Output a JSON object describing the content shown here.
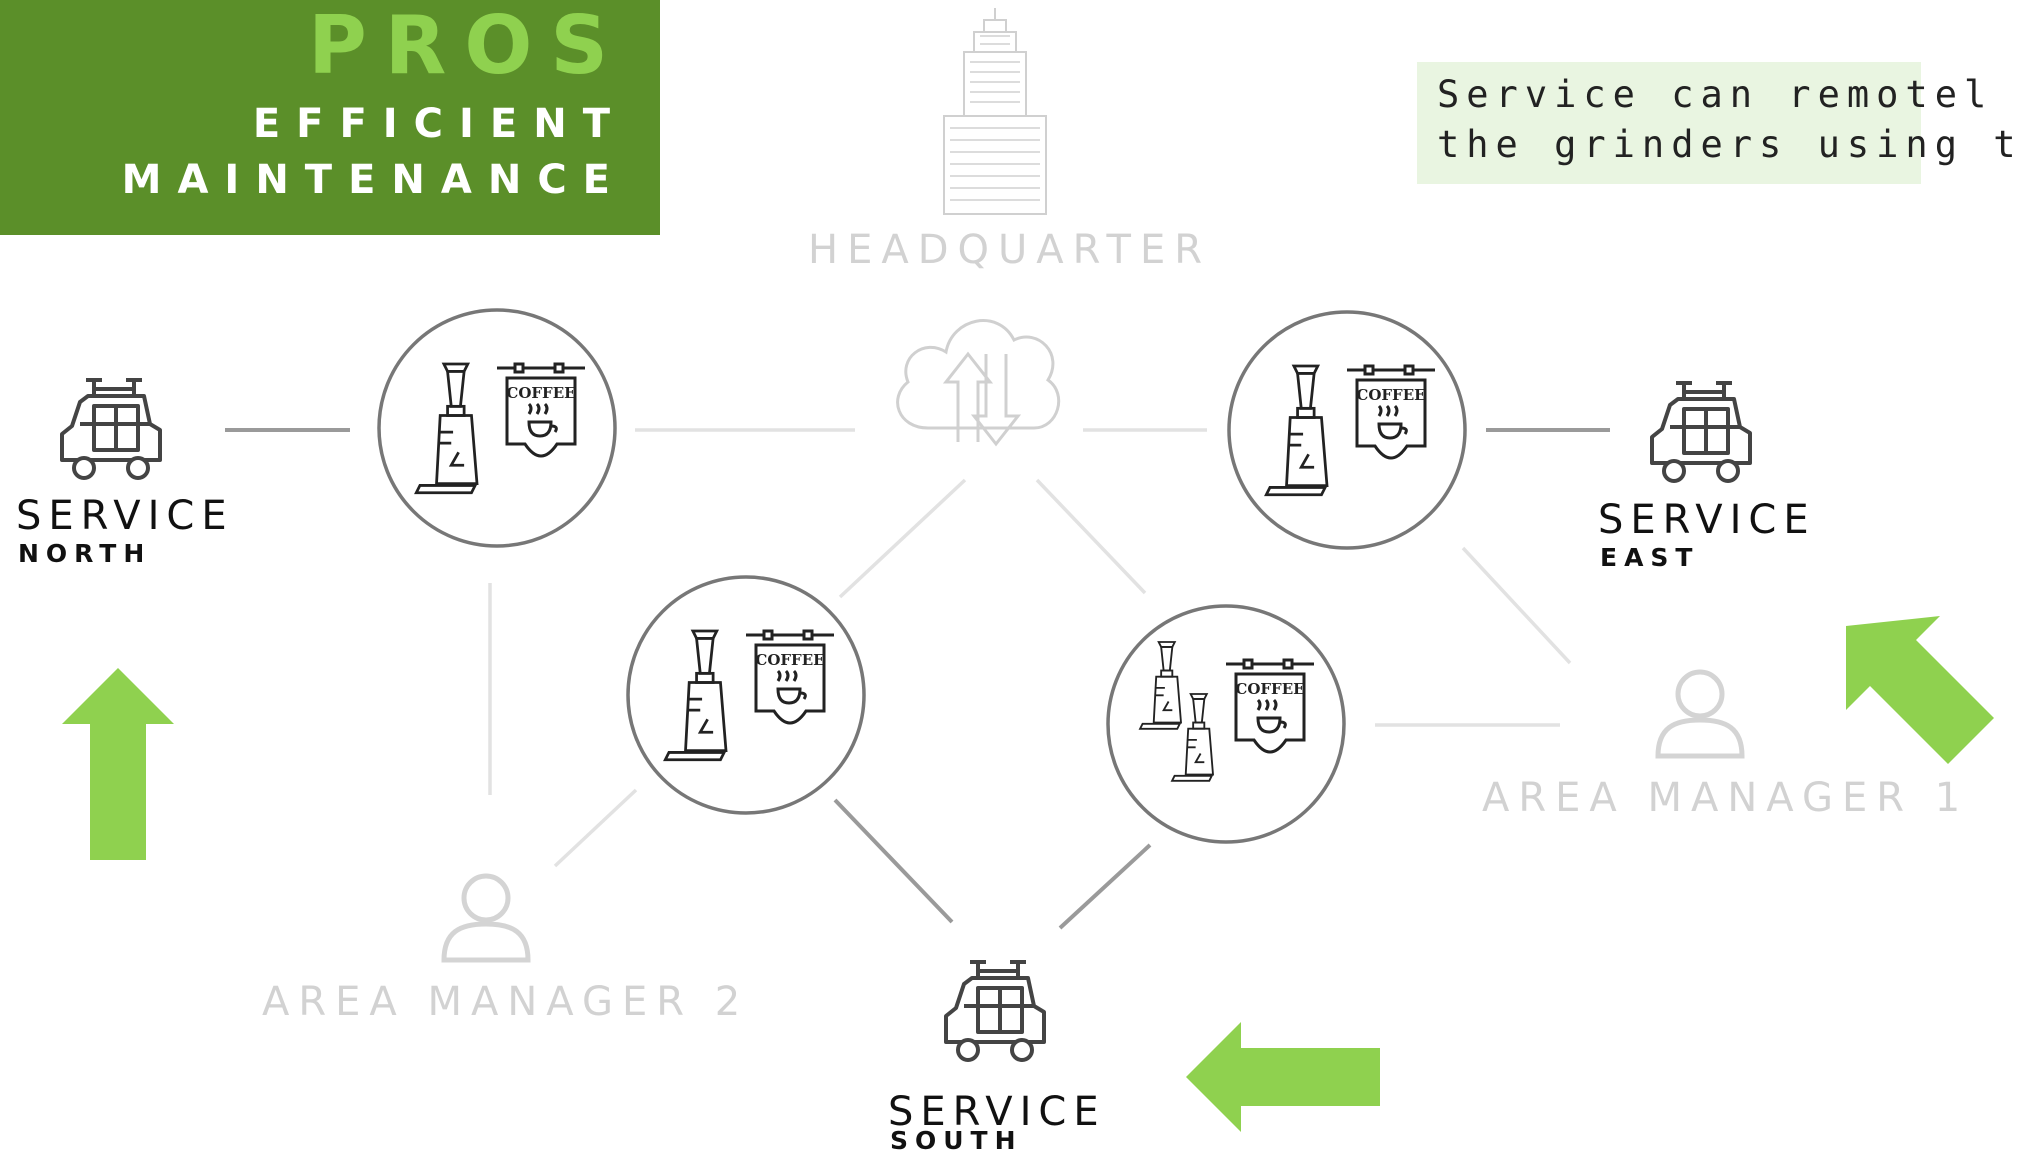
{
  "banner": {
    "line1": "PROS",
    "line2": "EFFICIENT",
    "line3": "MAINTENANCE"
  },
  "note": {
    "line1": "Service can remotel",
    "line2": "the grinders using t"
  },
  "headquarter": {
    "label": "HEADQUARTER"
  },
  "services": {
    "north": {
      "label": "SERVICE",
      "direction": "NORTH"
    },
    "east": {
      "label": "SERVICE",
      "direction": "EAST"
    },
    "south": {
      "label": "SERVICE",
      "direction": "SOUTH"
    }
  },
  "managers": {
    "one": {
      "label": "AREA MANAGER 1"
    },
    "two": {
      "label": "AREA MANAGER 2"
    }
  },
  "shop_sign_text": "COFFEE",
  "colors": {
    "banner_bg": "#5b8f29",
    "banner_accent": "#8fd14f",
    "arrow_green": "#8fd14f",
    "note_bg": "#e9f5e1",
    "faint_gray": "#d2d2d2",
    "line_gray": "#9a9a9a"
  },
  "icons": [
    "skyscraper-icon",
    "cloud-sync-icon",
    "service-van-icon",
    "person-icon",
    "coffee-grinder-shop-icon",
    "green-arrow-icon"
  ]
}
